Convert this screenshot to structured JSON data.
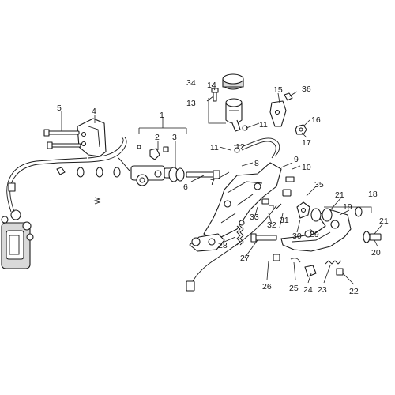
{
  "callouts": [
    {
      "id": "1",
      "text": "1"
    },
    {
      "id": "2",
      "text": "2"
    },
    {
      "id": "3",
      "text": "3"
    },
    {
      "id": "4",
      "text": "4"
    },
    {
      "id": "5",
      "text": "5"
    },
    {
      "id": "6",
      "text": "6"
    },
    {
      "id": "7",
      "text": "7"
    },
    {
      "id": "8",
      "text": "8"
    },
    {
      "id": "9",
      "text": "9"
    },
    {
      "id": "10",
      "text": "10"
    },
    {
      "id": "11a",
      "text": "11"
    },
    {
      "id": "11b",
      "text": "11"
    },
    {
      "id": "12",
      "text": "12"
    },
    {
      "id": "13",
      "text": "13"
    },
    {
      "id": "14",
      "text": "14"
    },
    {
      "id": "15",
      "text": "15"
    },
    {
      "id": "16",
      "text": "16"
    },
    {
      "id": "17",
      "text": "17"
    },
    {
      "id": "18",
      "text": "18"
    },
    {
      "id": "19",
      "text": "19"
    },
    {
      "id": "20",
      "text": "20"
    },
    {
      "id": "21a",
      "text": "21"
    },
    {
      "id": "21b",
      "text": "21"
    },
    {
      "id": "22",
      "text": "22"
    },
    {
      "id": "23",
      "text": "23"
    },
    {
      "id": "24",
      "text": "24"
    },
    {
      "id": "25",
      "text": "25"
    },
    {
      "id": "26",
      "text": "26"
    },
    {
      "id": "27",
      "text": "27"
    },
    {
      "id": "28",
      "text": "28"
    },
    {
      "id": "29",
      "text": "29"
    },
    {
      "id": "30",
      "text": "30"
    },
    {
      "id": "31",
      "text": "31"
    },
    {
      "id": "32",
      "text": "32"
    },
    {
      "id": "33",
      "text": "33"
    },
    {
      "id": "34",
      "text": "34"
    },
    {
      "id": "35",
      "text": "35"
    },
    {
      "id": "36",
      "text": "36"
    }
  ],
  "colors": {
    "line": "#1a1a1a",
    "fill": "#ffffff",
    "shade": "#d9d9d9"
  }
}
